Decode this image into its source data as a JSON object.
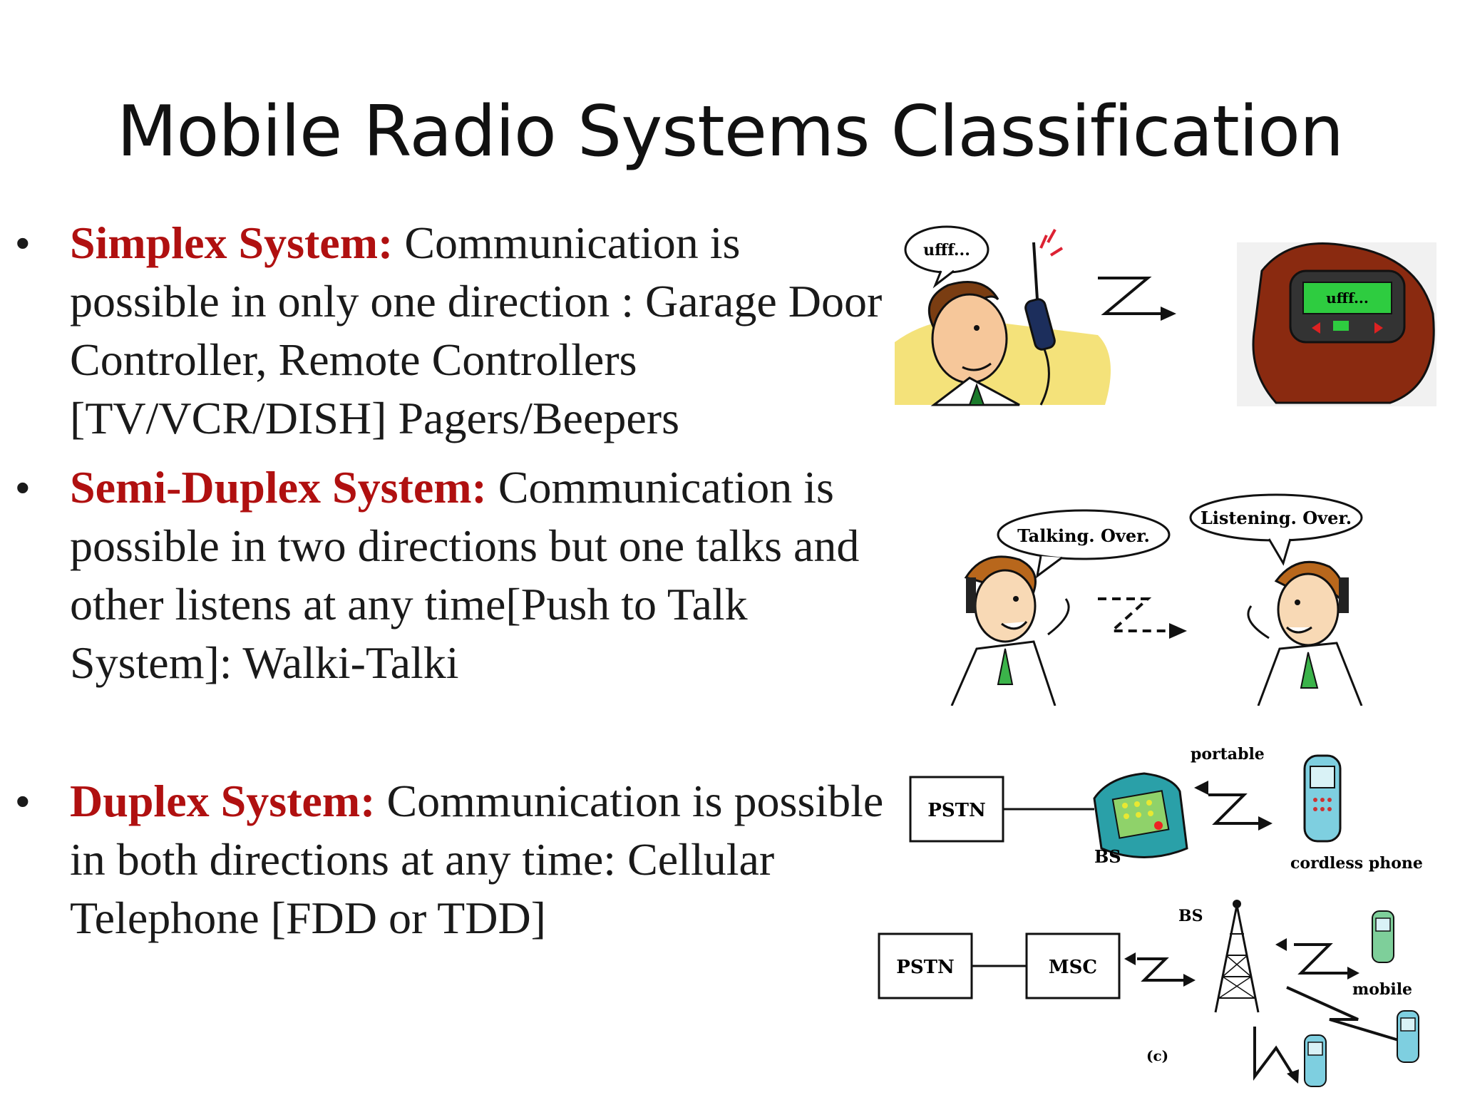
{
  "slide": {
    "title": "Mobile Radio Systems Classification",
    "bullets": [
      {
        "term": "Simplex System:",
        "text": "Communication is possible in only one direction : Garage Door Controller, Remote Controllers [TV/VCR/DISH] Pagers/Beepers"
      },
      {
        "term": "Semi-Duplex System:",
        "text": "Communication is possible in two directions but one talks and other listens at any time[Push to Talk System]: Walki-Talki"
      },
      {
        "term": "Duplex System:",
        "text": "Communication is possible in both directions at any time: Cellular Telephone  [FDD or TDD]"
      }
    ],
    "bullet_glyph": "•"
  },
  "illustrations": {
    "simplex": {
      "speech": "ufff...",
      "pager_screen": "ufff..."
    },
    "semi_duplex": {
      "left_bubble": "Talking. Over.",
      "right_bubble": "Listening. Over."
    },
    "duplex": {
      "pstn_top": "PSTN",
      "bs_top": "BS",
      "portable": "portable",
      "cordless_phone": "cordless phone",
      "pstn_bottom": "PSTN",
      "msc": "MSC",
      "bs_bottom": "BS",
      "mobile": "mobile",
      "caption": "(c)"
    }
  },
  "colors": {
    "term": "#b01010",
    "body_text": "#1a1a1a"
  }
}
